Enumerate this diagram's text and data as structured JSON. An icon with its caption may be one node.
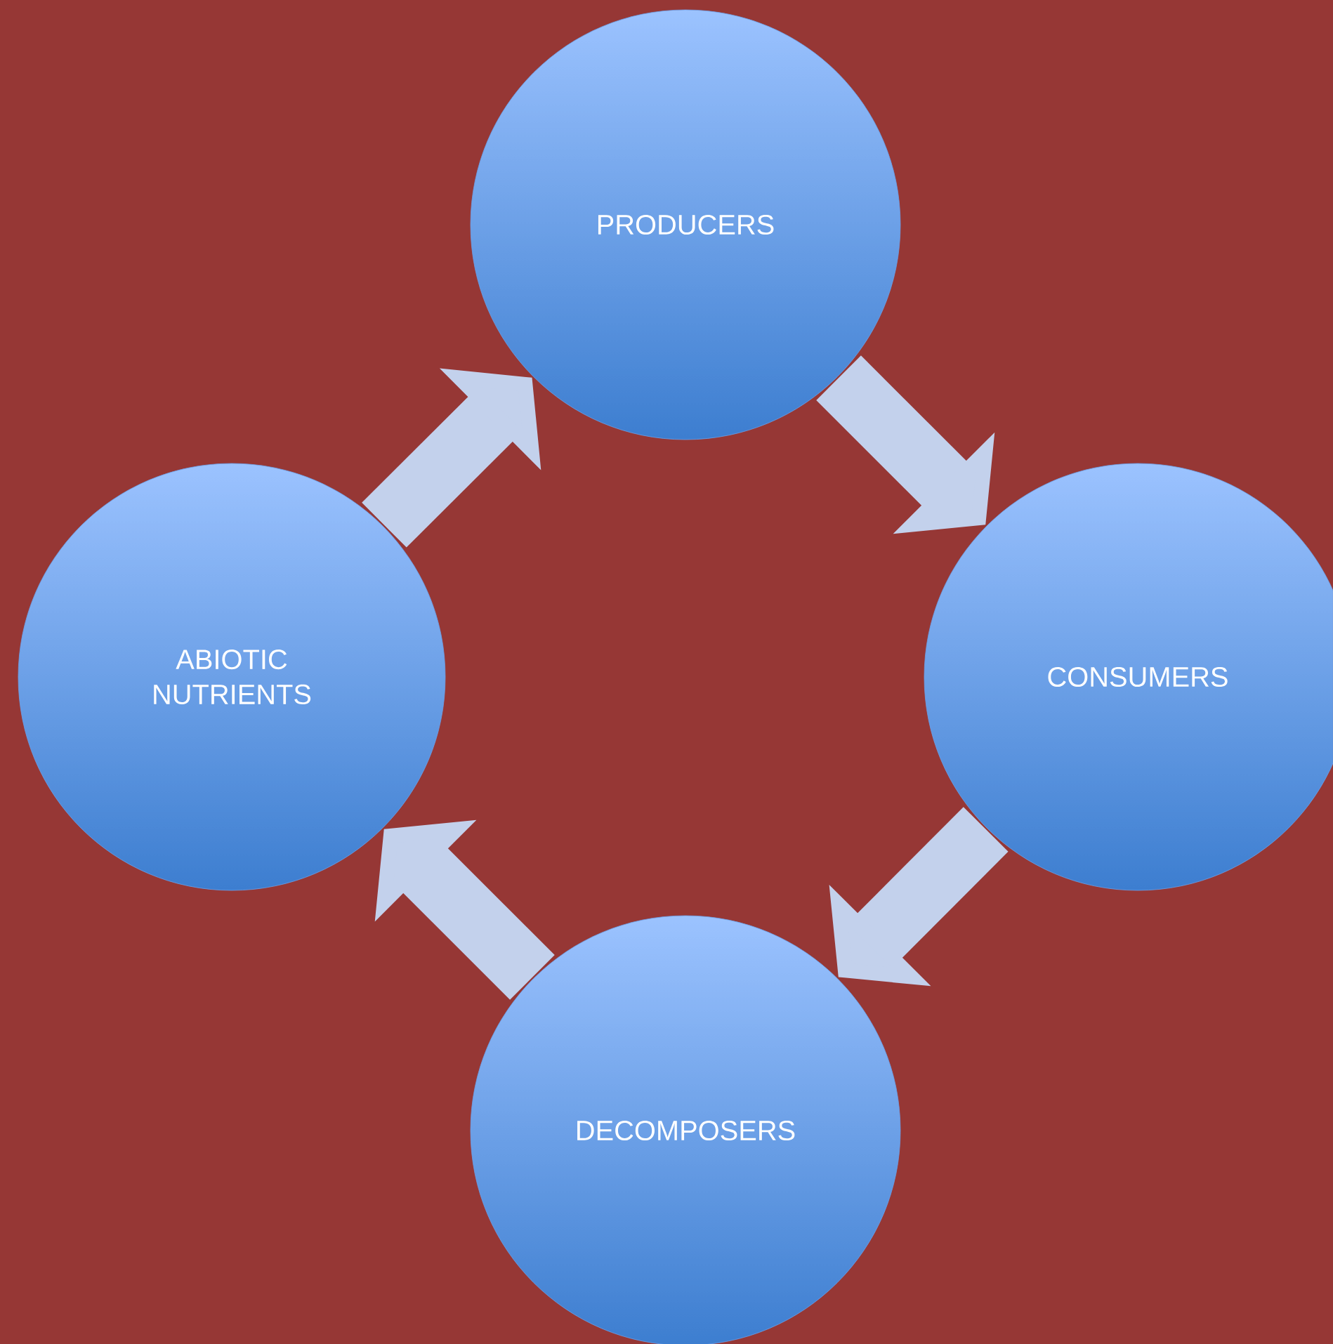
{
  "diagram": {
    "nodes": [
      {
        "text": [
          "PRODUCERS"
        ]
      },
      {
        "text": [
          "CONSUMERS"
        ]
      },
      {
        "text": [
          "DECOMPOSERS"
        ]
      },
      {
        "text": [
          "ABIOTIC NUTRIENTS"
        ]
      }
    ],
    "edges": [
      {
        "from": 3,
        "to": 0,
        "arrow": "to"
      },
      {
        "from": 0,
        "to": 1,
        "arrow": "to"
      },
      {
        "from": 1,
        "to": 2,
        "arrow": "to"
      },
      {
        "from": 2,
        "to": 3,
        "arrow": "to"
      }
    ]
  }
}
